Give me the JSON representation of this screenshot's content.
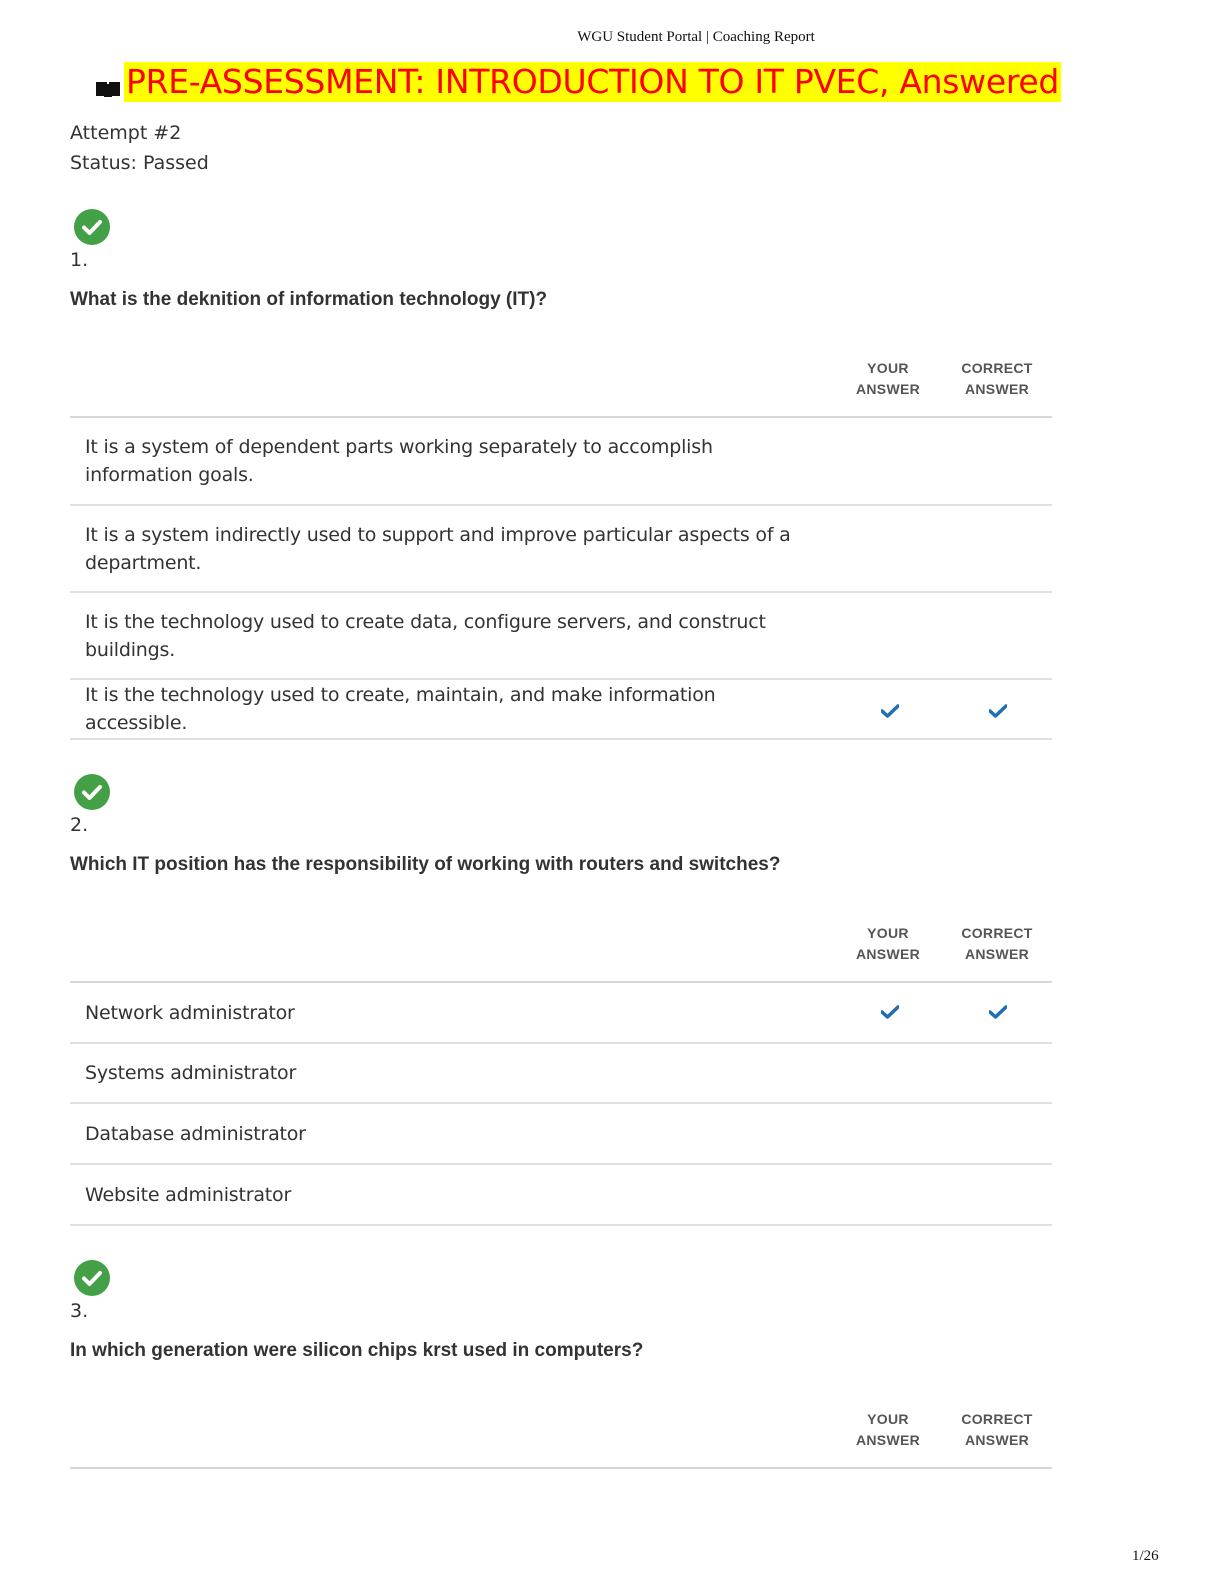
{
  "header": {
    "text": "WGU Student Portal | Coaching Report"
  },
  "title": {
    "icon": "book-icon",
    "text": "PRE-ASSESSMENT:  INTRODUCTION  TO  IT  PVEC, Answered"
  },
  "attempt": {
    "label": "Attempt #2",
    "status": "Status: Passed"
  },
  "columns": {
    "your": [
      "YOUR",
      "ANSWER"
    ],
    "correct": [
      "CORRECT",
      "ANSWER"
    ]
  },
  "questions": [
    {
      "icon": "check-circle-icon",
      "number": "1.",
      "text": "What is the deknition of information technology (IT)?",
      "answers": [
        {
          "text": "It is a system of dependent parts working separately to accomplish information goals.",
          "your": false,
          "correct": false
        },
        {
          "text": "It is a system indirectly used to support and improve particular aspects of a department.",
          "your": false,
          "correct": false
        },
        {
          "text": "It is the technology used to create data, configure servers, and construct buildings.",
          "your": false,
          "correct": false
        },
        {
          "text": "It is the technology used to create, maintain, and make information accessible.",
          "your": true,
          "correct": true
        }
      ]
    },
    {
      "icon": "check-circle-icon",
      "number": "2.",
      "text": "Which IT position has the responsibility of working with routers and switches?",
      "answers": [
        {
          "text": "Network administrator",
          "your": true,
          "correct": true
        },
        {
          "text": "Systems administrator",
          "your": false,
          "correct": false
        },
        {
          "text": "Database administrator",
          "your": false,
          "correct": false
        },
        {
          "text": "Website administrator",
          "your": false,
          "correct": false
        }
      ]
    },
    {
      "icon": "check-circle-icon",
      "number": "3.",
      "text": "In which generation were silicon chips krst used in computers?",
      "answers": []
    }
  ],
  "footer": {
    "page": "1/26"
  },
  "colors": {
    "highlight": "#ffff00",
    "title_text": "#ff0000",
    "status_green": "#43a047",
    "check_blue": "#1f6fb2"
  }
}
